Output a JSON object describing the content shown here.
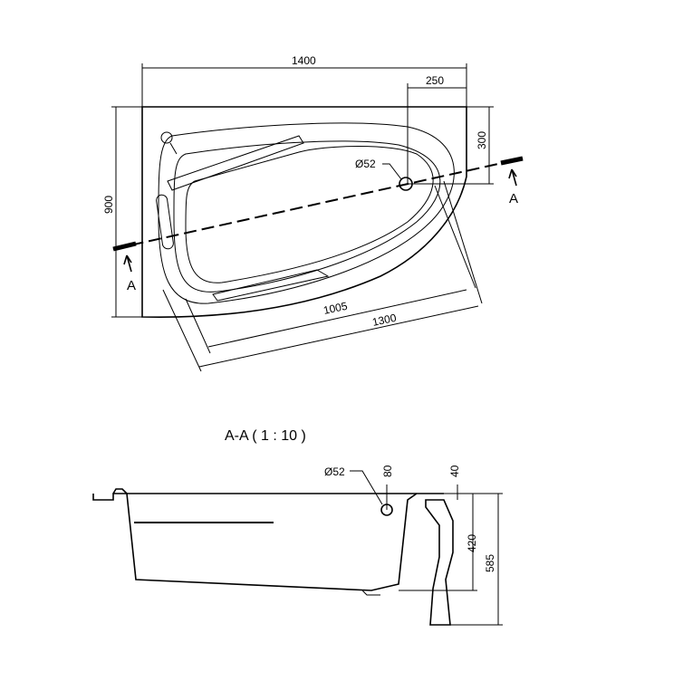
{
  "plan_view": {
    "dimensions": {
      "width": "1400",
      "drain_offset_x": "250",
      "drain_offset_y": "300",
      "depth": "900",
      "inner_length": "1005",
      "outer_length": "1300",
      "drain_diameter": "Ø52"
    },
    "section_marker_left": "A",
    "section_marker_right": "A"
  },
  "section_view": {
    "title": "A-A  ( 1 : 10 )",
    "dimensions": {
      "drain_diameter": "Ø52",
      "drain_height": "80",
      "rim_height": "40",
      "inner_depth": "420",
      "total_height": "585"
    }
  }
}
